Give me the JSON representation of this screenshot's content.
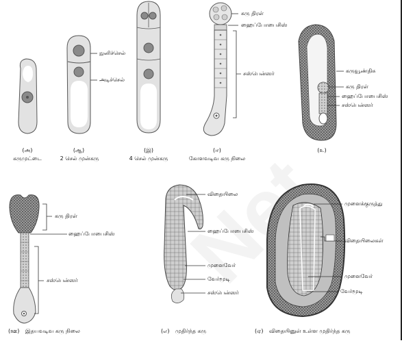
{
  "panel_a": {
    "label": "(அ)",
    "caption": "கருமுட்டை"
  },
  "panel_aa": {
    "label": "(ஆ)",
    "caption": "2 செல் முன்கரு",
    "callouts": [
      "நுனிச்செல்",
      "அடிச்செல்"
    ]
  },
  "panel_i": {
    "label": "(இ)",
    "caption": "4 செல் முன்கரு"
  },
  "panel_ii": {
    "label": "(ஈ)",
    "caption": "கோளவடிவ கரு நிலை",
    "callouts": [
      "கரு திரள்",
      "ஹைப்போபைசிஸ்",
      "சஸ்பென்ஸர்"
    ]
  },
  "panel_u": {
    "label": "(உ)",
    "callouts": [
      "கருவூண்திசு",
      "கரு திரள்",
      "ஹைப்போபைசிஸ்",
      "சஸ்பென்ஸர்"
    ]
  },
  "panel_uu": {
    "label": "(ஊ)",
    "caption": "இதயவடிவ கரு நிலை",
    "callouts": [
      "கரு திரள்",
      "ஹைப்போபைசிஸ்",
      "சஸ்பென்ஸர்"
    ]
  },
  "panel_e": {
    "label": "(எ)",
    "caption": "முதிர்ந்த கரு",
    "callouts": [
      "விதையிலை",
      "ஹைப்போபைசிஸ்",
      "முளைவேர்",
      "வேர்மூடி",
      "சஸ்பென்ஸர்"
    ]
  },
  "panel_ee": {
    "label": "(ஏ)",
    "caption": "விதையினுள் உள்ள முதிர்ந்த கரு",
    "callouts": [
      "முளைக்குருத்து",
      "விதையிலைகள்",
      "முளைவேர்",
      "வேர்மூடி"
    ]
  },
  "watermark_text": "Net",
  "colors": {
    "cell": "#e4e4e4",
    "outline": "#555555",
    "nucleus": "#8a8a8a",
    "dark": "#5a5a5a",
    "dotted": "#777777",
    "vacuole": "#ffffff",
    "watermark": "#f2f2f2"
  }
}
